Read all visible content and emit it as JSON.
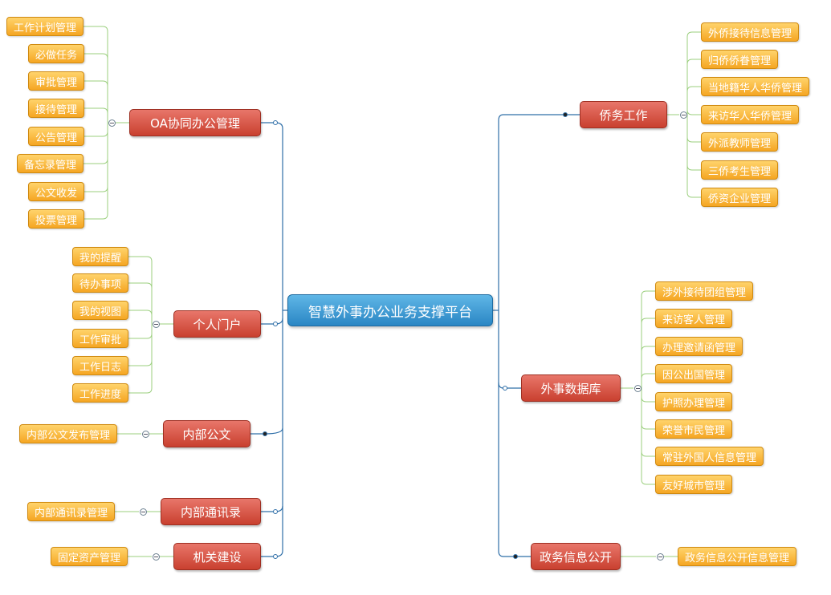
{
  "root": {
    "label": "智慧外事办公业务支撑平台"
  },
  "left": [
    {
      "label": "OA协同办公管理",
      "children": [
        "工作计划管理",
        "必做任务",
        "审批管理",
        "接待管理",
        "公告管理",
        "备忘录管理",
        "公文收发",
        "投票管理"
      ]
    },
    {
      "label": "个人门户",
      "children": [
        "我的提醒",
        "待办事项",
        "我的视图",
        "工作审批",
        "工作日志",
        "工作进度"
      ]
    },
    {
      "label": "内部公文",
      "children": [
        "内部公文发布管理"
      ]
    },
    {
      "label": "内部通讯录",
      "children": [
        "内部通讯录管理"
      ]
    },
    {
      "label": "机关建设",
      "children": [
        "固定资产管理"
      ]
    }
  ],
  "right": [
    {
      "label": "侨务工作",
      "children": [
        "外侨接待信息管理",
        "归侨侨眷管理",
        "当地籍华人华侨管理",
        "来访华人华侨管理",
        "外派教师管理",
        "三侨考生管理",
        "侨资企业管理"
      ]
    },
    {
      "label": "外事数据库",
      "children": [
        "涉外接待团组管理",
        "来访客人管理",
        "办理邀请函管理",
        "因公出国管理",
        "护照办理管理",
        "荣誉市民管理",
        "常驻外国人信息管理",
        "友好城市管理"
      ]
    },
    {
      "label": "政务信息公开",
      "children": [
        "政务信息公开信息管理"
      ]
    }
  ],
  "colors": {
    "root": "#2a86c4",
    "branch": "#c9402f",
    "leaf": "#f5a623",
    "root_line": "#2f6fa8",
    "leaf_line": "#9bcf7e"
  }
}
